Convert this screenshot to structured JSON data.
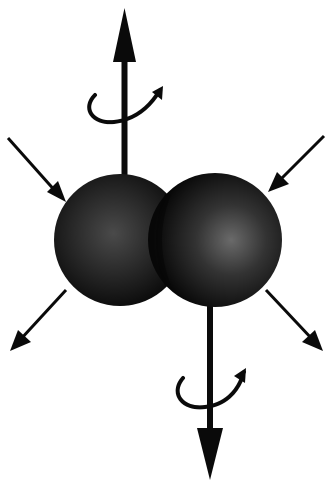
{
  "diagram": {
    "colors": {
      "background": "#ffffff",
      "ink": "#0a0a0a",
      "sphere_left": "#2a2a2a",
      "sphere_right": "#333333",
      "sphere_highlight": "#5a5a5a",
      "sphere_shadow": "#050505"
    },
    "elements": {
      "spheres": [
        "left-sphere",
        "right-sphere"
      ],
      "axis_arrows": [
        "up-arrow",
        "down-arrow"
      ],
      "rotation_arrows": [
        "upper-rotation-icon",
        "lower-rotation-icon"
      ],
      "incoming_arrows": [
        "incoming-arrow-left",
        "incoming-arrow-right"
      ],
      "outgoing_arrows": [
        "outgoing-arrow-left",
        "outgoing-arrow-right"
      ]
    }
  }
}
